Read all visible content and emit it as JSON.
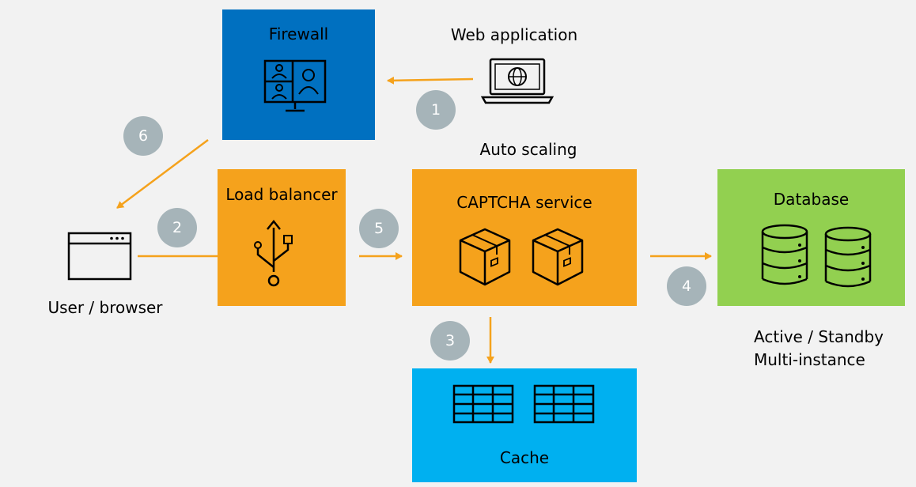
{
  "colors": {
    "background": "#f2f2f2",
    "firewall": "#0070c0",
    "orange": "#f5a21c",
    "cache": "#00b0f0",
    "database": "#92d050",
    "arrow": "#f5a21c",
    "badge": "#a6b4b9"
  },
  "nodes": {
    "firewall": {
      "label": "Firewall",
      "icon": "video-conference-monitor-icon"
    },
    "web_app": {
      "label": "Web application",
      "icon": "laptop-globe-icon"
    },
    "load_balancer": {
      "label": "Load balancer",
      "icon": "usb-icon"
    },
    "captcha": {
      "label": "CAPTCHA service",
      "icon": "package-box-icon"
    },
    "database": {
      "label": "Database",
      "icon": "database-cylinder-icon"
    },
    "cache": {
      "label": "Cache",
      "icon": "grid-table-icon"
    },
    "user": {
      "label": "User / browser",
      "icon": "browser-window-icon"
    }
  },
  "annotations": {
    "auto_scaling": "Auto scaling",
    "db_line1": "Active / Standby",
    "db_line2": "Multi-instance"
  },
  "steps": [
    "1",
    "2",
    "3",
    "4",
    "5",
    "6"
  ]
}
